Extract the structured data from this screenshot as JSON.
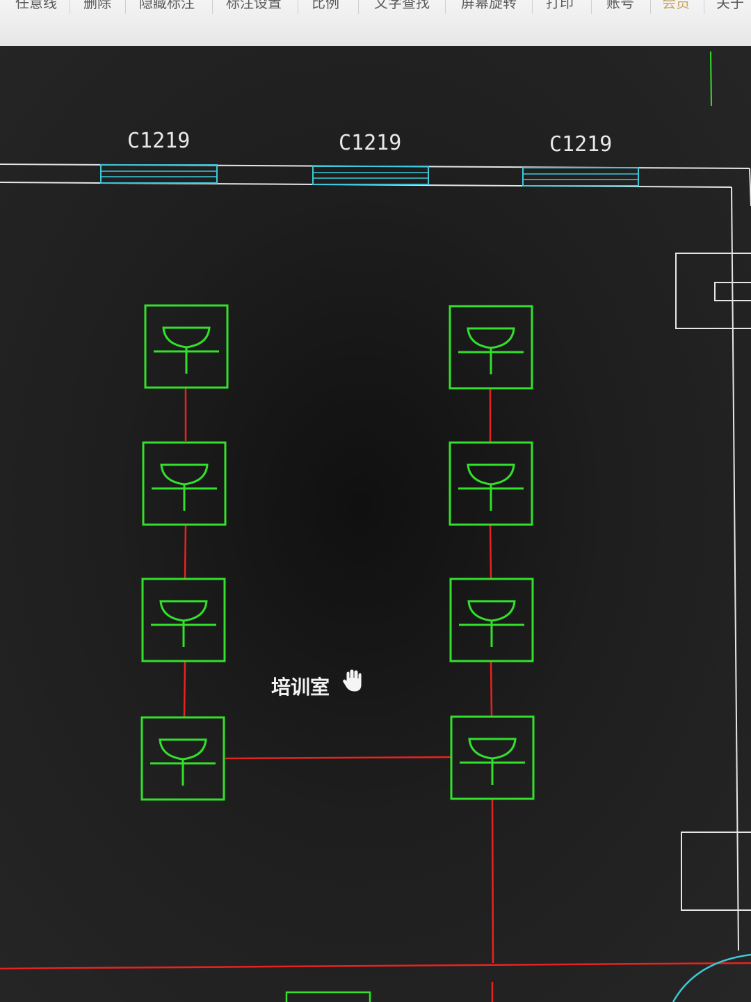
{
  "menu": {
    "items": [
      {
        "label": "任意线"
      },
      {
        "label": "删除"
      },
      {
        "label": "隐藏标注"
      },
      {
        "label": "标注设置"
      },
      {
        "label": "比例"
      },
      {
        "label": "文字查找"
      },
      {
        "label": "屏幕旋转"
      },
      {
        "label": "打印"
      },
      {
        "label": "账号"
      },
      {
        "label": "会员"
      },
      {
        "label": "关于"
      }
    ]
  },
  "drawing": {
    "window_tags": [
      "C1219",
      "C1219",
      "C1219"
    ],
    "room_label": "培训室",
    "fixture_symbol": "ceiling-lamp-icon",
    "fixture_count": 8,
    "cursor_icon": "hand-pan-icon",
    "colors": {
      "background": "#1c1c1c",
      "fixture": "#33e02b",
      "wiring": "#e8231f",
      "window": "#3ec8d8",
      "wall": "#e6e6e6",
      "label": "#f2f2f2",
      "menu_vip": "#c9a25a"
    }
  }
}
